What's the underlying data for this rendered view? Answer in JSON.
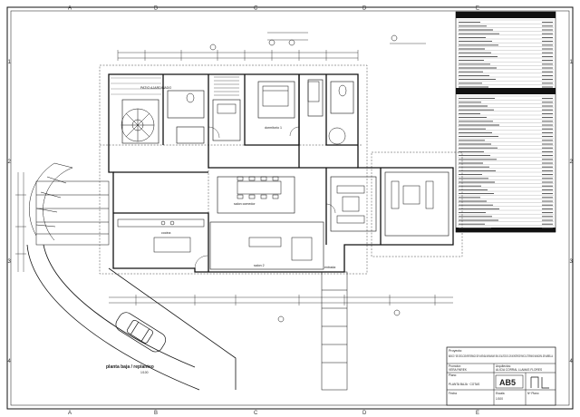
{
  "grid_labels": {
    "columns": [
      "A",
      "B",
      "C",
      "D",
      "E"
    ],
    "rows": [
      "1",
      "2",
      "3",
      "4"
    ]
  },
  "rooms": {
    "patio": "PATIO AJARDINADO",
    "dormitorio": "dormitorio 1",
    "salon_comedor": "salon comedor",
    "cocina": "cocina",
    "salon": "salon 2",
    "entrada": "entrada"
  },
  "plan_title": "planta baja / replanteo",
  "plan_scale": "1/100",
  "title_block": {
    "project_label": "Proyecto:",
    "project_text": "BASICO Y DE EJECUCION REFORMADO DE VIVIENDA UNIFAMILIAR EN LOS ALTOS DE LOS MONTEROS PARC-B-3 TERMINO MUNICIPAL DE MARBELLA",
    "promotor_label": "Promotor:",
    "promotor_value": "VERA PAREK",
    "arquitectos_label": "Arquitectos:",
    "arquitectos_value": "ALICIA CORRAL LLAMAS FLORES",
    "plano_label": "Plano:",
    "plano_value": "PLANTA BAJA · COTAS",
    "sheet_code": "AB5",
    "date_label": "Fecha",
    "scale_label": "Escala",
    "scale_value": "1/100",
    "sheet_label": "Nº Plano"
  }
}
